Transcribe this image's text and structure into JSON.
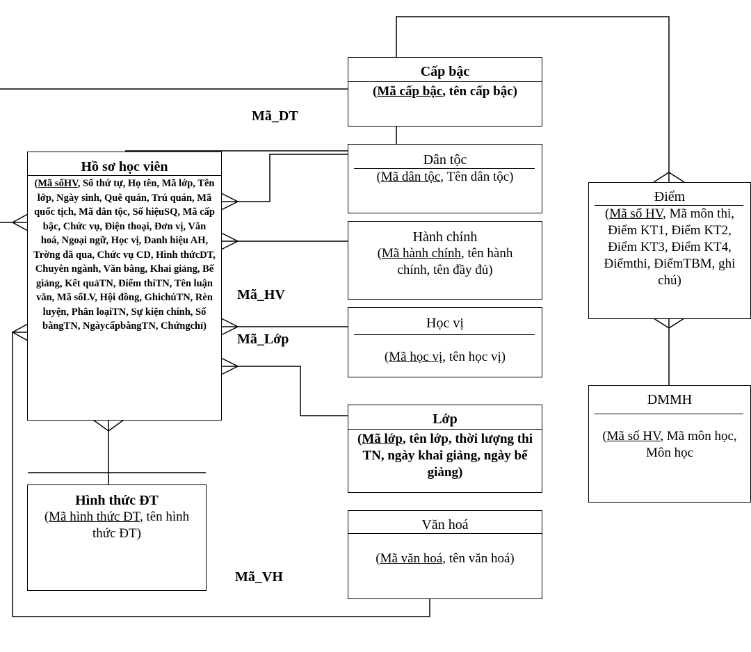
{
  "entities": {
    "cap_bac": {
      "title": "Cấp bậc",
      "attr_open": "(",
      "key": "Mã cấp bậc",
      "rest": ", tên cấp bậc)"
    },
    "dan_toc": {
      "title": "Dân tộc",
      "attr_open": "(",
      "key": "Mã dân tộc",
      "rest": ", Tên dân tộc)"
    },
    "hanh_chinh": {
      "title": "Hành chính",
      "attr_open": "(",
      "key": "Mã hành chính",
      "rest": ", tên hành chính, tên đầy đủ)"
    },
    "hoc_vi": {
      "title": "Học vị",
      "attr_open": "(",
      "key": "Mã học vị",
      "rest": ", tên học vị)"
    },
    "lop": {
      "title": "Lớp",
      "attr_open": "(",
      "key": "Mã lớp",
      "rest": ", tên lớp, thời lượng thi TN, ngày khai giảng, ngày bế giảng)"
    },
    "van_hoa": {
      "title": "Văn hoá",
      "attr_open": "(",
      "key": "Mã văn hoá",
      "rest": ", tên văn hoá)"
    },
    "ho_so": {
      "title": "Hồ sơ học viên",
      "attr_open": "(",
      "key": "Mã sốHV",
      "rest": ", Số thứ tự, Họ tên, Mã lớp, Tên lớp, Ngày sinh, Quê quán, Trú quán, Mã quốc tịch, Mã dân tộc, Số hiệuSQ, Mã cấp bậc, Chức vụ, Điện thoại, Đơn vị, Văn hoá, Ngoại ngữ, Học vị, Danh hiệu AH, Trờng đã qua, Chức vụ CD, Hình thứcDT, Chuyên ngành, Văn bằng, Khai giảng, Bế giảng, Kết quảTN, Điểm thiTN, Tên luận văn, Mã sốLV, Hội đồng, GhichúTN, Rèn luyện, Phân loạiTN, Sự kiện chính, Số bằngTN, NgàycấpbằngTN, Chứngchỉ)"
    },
    "hinh_thuc": {
      "title": "Hình thức ĐT",
      "attr_open": "(",
      "key": "Mã hình thức ĐT",
      "rest": ", tên hình thức ĐT)"
    },
    "diem": {
      "title": "Điểm",
      "attr_open": "(",
      "key": "Mã số HV",
      "rest": ", Mã môn thi, Điểm KT1, Điểm KT2, Điểm KT3, Điểm KT4, Điểmthi, ĐiểmTBM, ghi chú)"
    },
    "dmmh": {
      "title": "DMMH",
      "attr_open": "(",
      "key": "Mã số HV",
      "rest": ", Mã môn học,",
      "extra": "Môn học"
    }
  },
  "relationships": {
    "ma_dt": "Mã_DT",
    "ma_hv": "Mã_HV",
    "ma_lop": "Mã_Lớp",
    "ma_vh": "Mã_VH"
  }
}
